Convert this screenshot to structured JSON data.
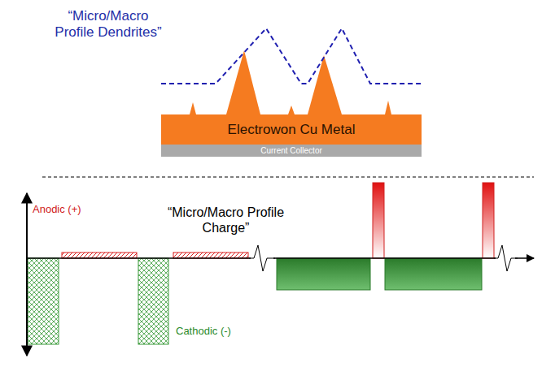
{
  "diagram": {
    "nodes": [
      {
        "text": [
          "Electrowon Cu Metal"
        ]
      },
      {
        "text": [
          "Current Collector"
        ]
      }
    ],
    "labels": [
      "“Micro/Macro Profile Dendrites”",
      "Anodic (+)",
      "“Micro/Macro Profile Charge”",
      "Cathodic (-)"
    ]
  }
}
